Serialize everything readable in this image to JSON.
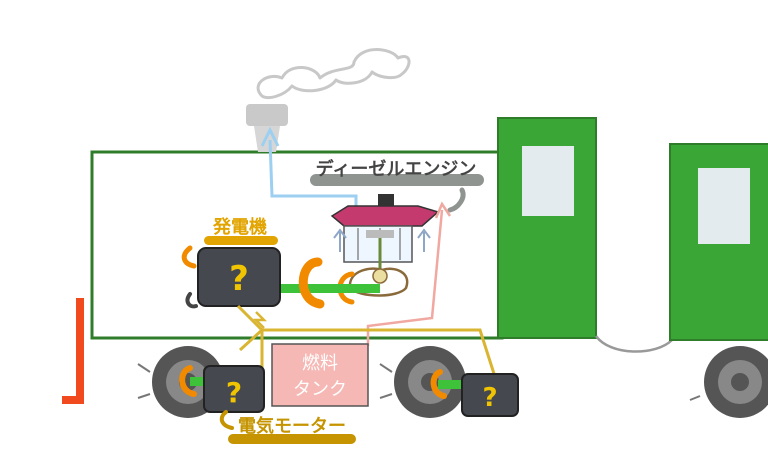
{
  "labels": {
    "engine": "ディーゼルエンジン",
    "generator": "発電機",
    "fuel_tank_line1": "燃料",
    "fuel_tank_line2": "タンク",
    "motor": "電気モーター"
  },
  "glyphs": {
    "unknown_mark": "?"
  },
  "colors": {
    "car_green": "#3aa635",
    "body_outline": "#2f7d2b",
    "smoke_arrow": "#9ccff0",
    "fuel_line": "#f0a8a0",
    "fuel_tank": "#f6b8b4",
    "wire": "#d9b531",
    "generator_label": "#e2a400",
    "motor_label": "#c59400",
    "engine_label_bar": "#8f9491",
    "rotation": "#f28a00",
    "shaft": "#3ec23a",
    "wheel": "#555555",
    "coupler": "#f04a1e"
  },
  "icons": {
    "generator": "black-box-question-icon",
    "motor_front": "black-box-question-icon",
    "motor_rear": "black-box-question-icon",
    "engine": "diesel-engine-icon",
    "chimney": "chimney-icon",
    "smoke": "smoke-icon"
  }
}
